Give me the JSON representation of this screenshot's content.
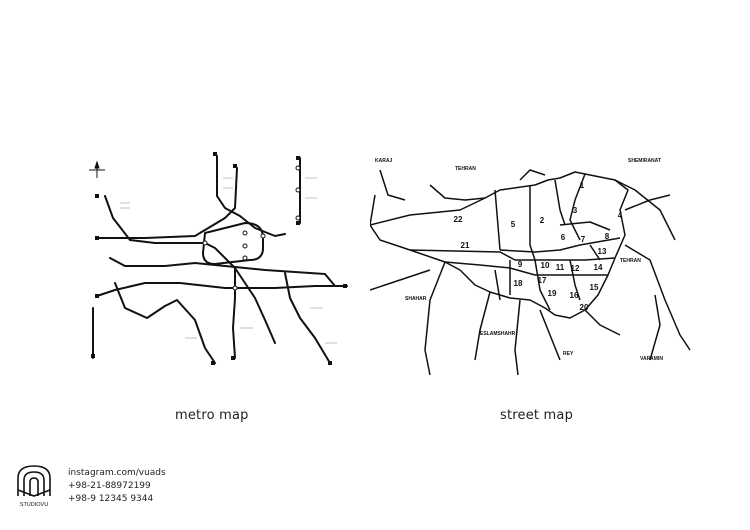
{
  "metro": {
    "caption": "metro map",
    "colors": {
      "line": "#111111",
      "bg": "#ffffff"
    }
  },
  "street": {
    "caption": "street map",
    "labels": {
      "karaj": "KARAJ",
      "tehran_top": "TEHRAN",
      "shemiranat": "SHEMIRANAT",
      "tehran_east": "TEHRAN",
      "shahar": "SHAHAR",
      "eslamshahr": "ESLAMSHAHR",
      "rey": "REY",
      "varamin": "VARAMIN"
    },
    "districts": [
      "1",
      "2",
      "3",
      "4",
      "5",
      "6",
      "7",
      "8",
      "9",
      "10",
      "11",
      "12",
      "13",
      "14",
      "15",
      "16",
      "17",
      "18",
      "19",
      "20",
      "21",
      "22"
    ]
  },
  "footer": {
    "brand": "STUDIOVU",
    "instagram": "instagram.com/vuads",
    "phone1": "+98-21-88972199",
    "phone2": "+98-9 12345 9344"
  }
}
